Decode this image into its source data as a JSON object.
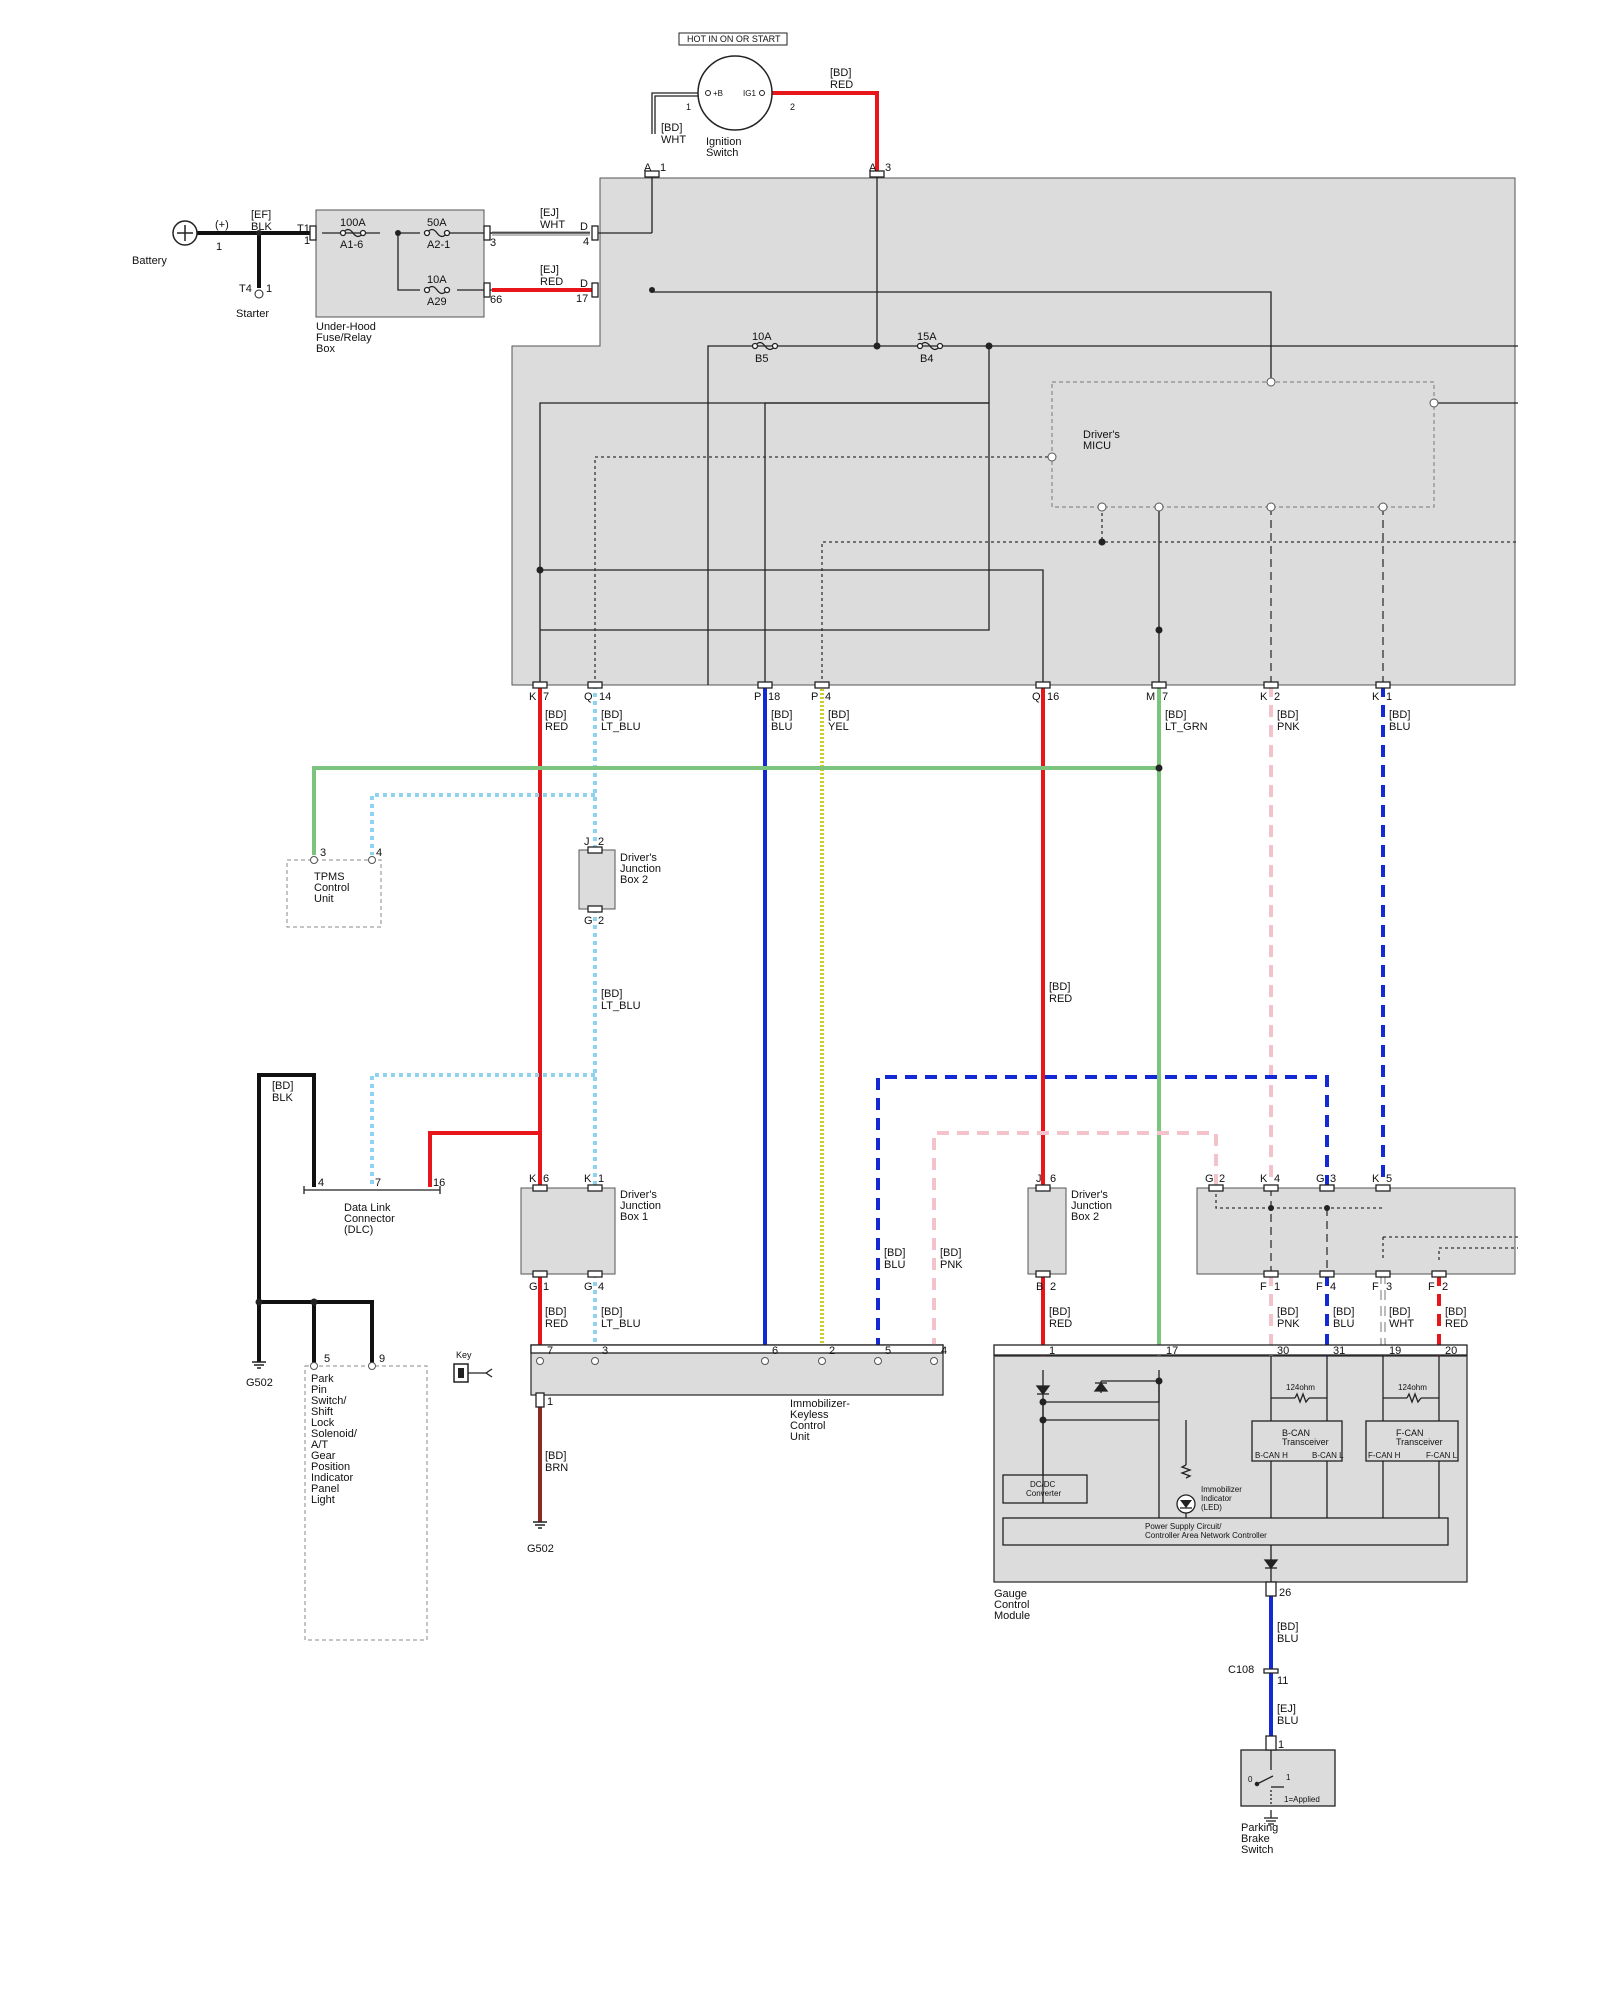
{
  "hot_label": "HOT IN ON OR START",
  "ignition": {
    "name1": "Ignition",
    "name2": "Switch",
    "pin_b": "+B",
    "pin_ig": "IG1",
    "p1": "1",
    "p2": "2"
  },
  "battery": {
    "label": "Battery",
    "sign": "(+)",
    "pin": "1"
  },
  "starter": {
    "label": "Starter",
    "conn": "T4",
    "pin": "1"
  },
  "fusebox": {
    "l1": "Under-Hood",
    "l2": "Fuse/Relay",
    "l3": "Box",
    "t1": "T1",
    "t1pin": "1",
    "f1_amp": "100A",
    "f1_id": "A1-6",
    "f2_amp": "50A",
    "f2_id": "A2-1",
    "f3_amp": "10A",
    "f3_id": "A29",
    "out1": "3",
    "out2": "66"
  },
  "wires": {
    "ef_blk": {
      "a": "[EF]",
      "b": "BLK"
    },
    "ej_wht": {
      "a": "[EJ]",
      "b": "WHT"
    },
    "ej_red": {
      "a": "[EJ]",
      "b": "RED"
    },
    "bd_wht": {
      "a": "[BD]",
      "b": "WHT"
    },
    "bd_red_top": {
      "a": "[BD]",
      "b": "RED"
    },
    "k7": {
      "a": "[BD]",
      "b": "RED"
    },
    "q14": {
      "a": "[BD]",
      "b": "LT_BLU"
    },
    "p18": {
      "a": "[BD]",
      "b": "BLU"
    },
    "p4": {
      "a": "[BD]",
      "b": "YEL"
    },
    "q16": {
      "a": "[BD]",
      "b": "RED"
    },
    "m7": {
      "a": "[BD]",
      "b": "LT_GRN"
    },
    "k2": {
      "a": "[BD]",
      "b": "PNK"
    },
    "k1": {
      "a": "[BD]",
      "b": "BLU"
    },
    "ltblu_mid": {
      "a": "[BD]",
      "b": "LT_BLU"
    },
    "red_mid": {
      "a": "[BD]",
      "b": "RED"
    },
    "blk_dlc": {
      "a": "[BD]",
      "b": "BLK"
    },
    "blu_imm": {
      "a": "[BD]",
      "b": "BLU"
    },
    "pnk_imm": {
      "a": "[BD]",
      "b": "PNK"
    },
    "g1": {
      "a": "[BD]",
      "b": "RED"
    },
    "g4": {
      "a": "[BD]",
      "b": "LT_BLU"
    },
    "b2": {
      "a": "[BD]",
      "b": "RED"
    },
    "f1": {
      "a": "[BD]",
      "b": "PNK"
    },
    "f4": {
      "a": "[BD]",
      "b": "BLU"
    },
    "f3": {
      "a": "[BD]",
      "b": "WHT"
    },
    "f2": {
      "a": "[BD]",
      "b": "RED"
    },
    "brn": {
      "a": "[BD]",
      "b": "BRN"
    },
    "blu26": {
      "a": "[BD]",
      "b": "BLU"
    },
    "ej_blu": {
      "a": "[EJ]",
      "b": "BLU"
    }
  },
  "ujb": {
    "a1": "A",
    "a1n": "1",
    "a3": "A",
    "a3n": "3",
    "d4": "D",
    "d4n": "4",
    "d17": "D",
    "d17n": "17",
    "b5_amp": "10A",
    "b5_id": "B5",
    "b4_amp": "15A",
    "b4_id": "B4",
    "micu1": "Driver's",
    "micu2": "MICU",
    "k7": "K",
    "k7n": "7",
    "q14": "Q",
    "q14n": "14",
    "p18": "P",
    "p18n": "18",
    "p4": "P",
    "p4n": "4",
    "q16": "Q",
    "q16n": "16",
    "m7": "M",
    "m7n": "7",
    "k2": "K",
    "k2n": "2",
    "k1": "K",
    "k1n": "1"
  },
  "tpms": {
    "l1": "TPMS",
    "l2": "Control",
    "l3": "Unit",
    "p3": "3",
    "p4": "4"
  },
  "jb2a": {
    "l1": "Driver's",
    "l2": "Junction",
    "l3": "Box 2",
    "top": "J",
    "topn": "2",
    "bot": "G",
    "botn": "2"
  },
  "jb1": {
    "l1": "Driver's",
    "l2": "Junction",
    "l3": "Box 1",
    "k6": "K",
    "k6n": "6",
    "k1": "K",
    "k1n": "1",
    "g1": "G",
    "g1n": "1",
    "g4": "G",
    "g4n": "4"
  },
  "jb2b": {
    "l1": "Driver's",
    "l2": "Junction",
    "l3": "Box 2",
    "top": "J",
    "topn": "6",
    "bot": "B",
    "botn": "2"
  },
  "rbox": {
    "g2": "G",
    "g2n": "2",
    "k4": "K",
    "k4n": "4",
    "g3": "G",
    "g3n": "3",
    "k5": "K",
    "k5n": "5",
    "f1": "F",
    "f1n": "1",
    "f4": "F",
    "f4n": "4",
    "f3": "F",
    "f3n": "3",
    "f2": "F",
    "f2n": "2"
  },
  "dlc": {
    "l1": "Data Link",
    "l2": "Connector",
    "l3": "(DLC)",
    "p4": "4",
    "p7": "7",
    "p16": "16"
  },
  "g502a": "G502",
  "g502b": "G502",
  "park": {
    "lines": [
      "Park",
      "Pin",
      "Switch/",
      "Shift",
      "Lock",
      "Solenoid/",
      "A/T",
      "Gear",
      "Position",
      "Indicator",
      "Panel",
      "Light"
    ],
    "p5": "5",
    "p9": "9"
  },
  "immo": {
    "l1": "Immobilizer-",
    "l2": "Keyless",
    "l3": "Control",
    "l4": "Unit",
    "key": "Key",
    "p7": "7",
    "p3": "3",
    "p6": "6",
    "p2": "2",
    "p5": "5",
    "p4": "4",
    "p1": "1"
  },
  "gauge": {
    "l1": "Gauge",
    "l2": "Control",
    "l3": "Module",
    "p1": "1",
    "p17": "17",
    "p30": "30",
    "p31": "31",
    "p19": "19",
    "p20": "20",
    "p26": "26",
    "res1": "124ohm",
    "res2": "124ohm",
    "bcan1": "B-CAN",
    "bcan2": "Transceiver",
    "bcanh": "B-CAN H",
    "bcanl": "B-CAN L",
    "fcan1": "F-CAN",
    "fcan2": "Transceiver",
    "fcanh": "F-CAN H",
    "fcanl": "F-CAN L",
    "dcdc1": "DC/DC",
    "dcdc2": "Converter",
    "immi1": "Immobilizer",
    "immi2": "Indicator",
    "immi3": "(LED)",
    "psc1": "Power Supply Circuit/",
    "psc2": "Controller Area Network Controller"
  },
  "c108": {
    "label": "C108",
    "pin": "11"
  },
  "pbs": {
    "pin": "1",
    "s0": "0",
    "s1": "1",
    "applied": "1=Applied",
    "l1": "Parking",
    "l2": "Brake",
    "l3": "Switch"
  },
  "colors": {
    "red": "#e8161b",
    "blue": "#1429d6",
    "ltblue": "#8fd4ee",
    "yellow": "#d3cb2a",
    "green": "#7cc47e",
    "pink": "#f4c2cb",
    "black": "#111111",
    "brown": "#8b2a22",
    "gray_box": "#dcdcdc"
  }
}
